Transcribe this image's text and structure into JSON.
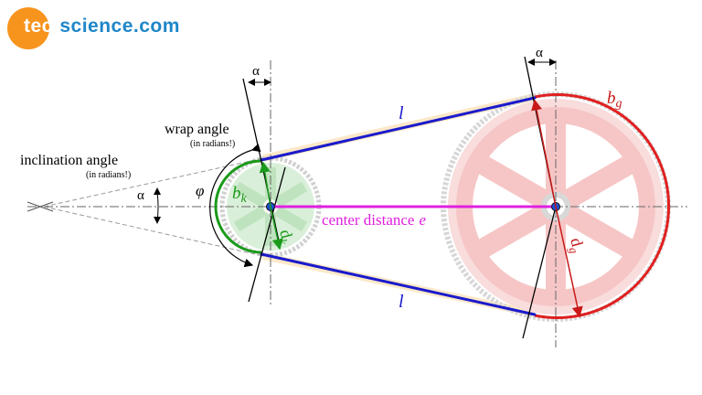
{
  "logo": {
    "part1": "tec-",
    "part2": "science.com"
  },
  "labels": {
    "alpha_left": "α",
    "alpha_right": "α",
    "alpha_mid": "α",
    "wrap_angle": "wrap angle",
    "wrap_angle_note": "(in radians!)",
    "inclination_angle": "inclination angle",
    "inclination_angle_note": "(in radians!)",
    "phi": "φ",
    "l_top": "l",
    "l_bottom": "l",
    "bk_main": "b",
    "bk_sub": "k",
    "dk_main": "d",
    "dk_sub": "k",
    "bg_main": "b",
    "bg_sub": "g",
    "dg_main": "d",
    "dg_sub": "g",
    "center_distance": "center distance",
    "center_distance_var": "e"
  },
  "colors": {
    "small_pulley": "#1a9a1a",
    "large_pulley": "#e02020",
    "belt": "#1a1acc",
    "center_distance": "#e020e0",
    "logo_orange": "#f7941d",
    "logo_blue": "#1f86c8"
  }
}
